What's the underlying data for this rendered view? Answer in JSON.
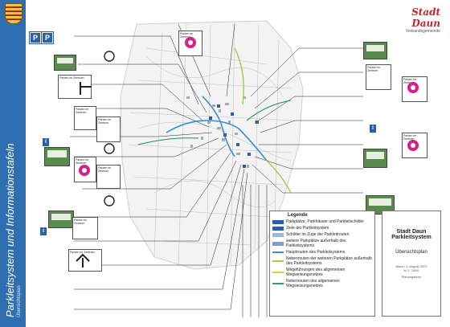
{
  "sidebar": {
    "title": "Parkleitsystem und Informationstafeln",
    "subtitle": "Übersichtsplan"
  },
  "brand": {
    "name": "Stadt Daun",
    "sub": "Verbandsgemeinde"
  },
  "legend": {
    "title": "Legende",
    "rows": [
      {
        "label": "Parkplätze, Parkhäuser und Parkleitschilder",
        "color": "#2d5fa8"
      },
      {
        "label": "Ziele der Parkleitsystem",
        "color": "#2d5fa8"
      },
      {
        "label": "Schilder im Zuge der Parkleitrouten",
        "color": "#9cb7d8"
      },
      {
        "label": "weitere Parkplätze außerhalb des Parkleitsystems",
        "color": "#7aa1cf"
      },
      {
        "label": "Hauptrouten des Parkleitsystems",
        "color": "#3b8ed8"
      },
      {
        "label": "Nebenrouten der weiteren Parkplätze außerhalb des Parkleitsystems",
        "color": "#9ad04a"
      },
      {
        "label": "Wegeführungen des allgemeinen Wegweisungsnetzes",
        "color": "#e2d23a"
      },
      {
        "label": "Nebenrouten des allgemeinen Wegweisungsnetzes",
        "color": "#2f9e6a"
      }
    ]
  },
  "title_block": {
    "line1": "Stadt Daun",
    "line2": "Parkleitsystem",
    "line3": "Übersichtsplan",
    "meta1": "Stand: 1. August 2007",
    "meta2": "M 1 : 5000",
    "meta3": "Planungsbüro"
  },
  "labels": {
    "parken_zentrum": "Parken im Zentrum",
    "p_letter": "P",
    "i_letter": "i"
  },
  "colors": {
    "accent": "#2e6fb2",
    "brand": "#c0262b",
    "main_route": "#3b8ed8",
    "side_route": "#9ad04a",
    "wege": "#e2d23a"
  }
}
